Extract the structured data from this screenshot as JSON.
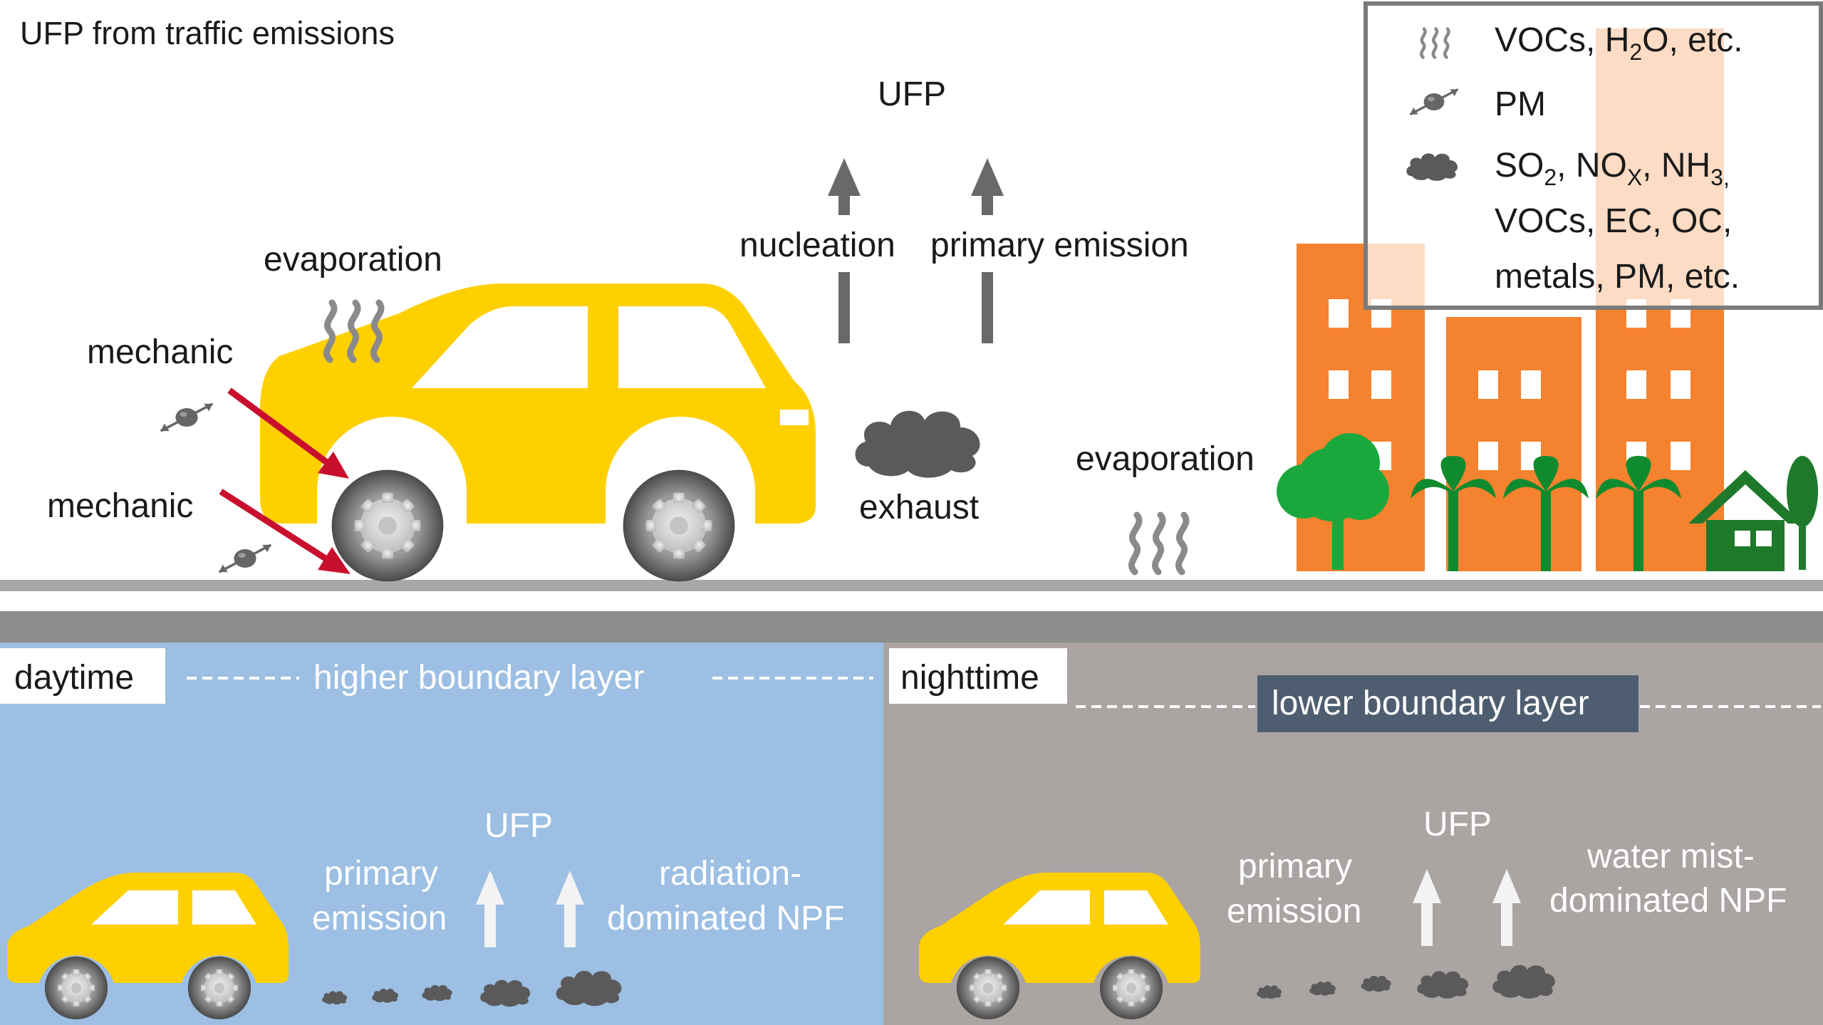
{
  "top_panel": {
    "title": "UFP from traffic emissions",
    "ufp_label": "UFP",
    "nucleation_label": "nucleation",
    "primary_emission_label": "primary emission",
    "evaporation_car_label": "evaporation",
    "mechanic_upper_label": "mechanic",
    "mechanic_lower_label": "mechanic",
    "exhaust_label": "exhaust",
    "evaporation_road_label": "evaporation"
  },
  "legend": {
    "vocs_h2o": {
      "pre": "VOCs, H",
      "sub": "2",
      "post": "O, etc."
    },
    "pm": "PM",
    "gases_line1": {
      "a": "SO",
      "a_sub": "2",
      "b": ", NO",
      "b_sub": "X",
      "c": ", NH",
      "c_sub": "3,",
      "d": ""
    },
    "gases_line2": "VOCs, EC, OC,",
    "gases_line3": "metals, PM, etc."
  },
  "daytime": {
    "label": "daytime",
    "boundary_label": "higher boundary layer",
    "ufp_label": "UFP",
    "primary_line1": "primary",
    "primary_line2": "emission",
    "npf_line1": "radiation-",
    "npf_line2": "dominated NPF"
  },
  "nighttime": {
    "label": "nighttime",
    "boundary_label": "lower boundary layer",
    "ufp_label": "UFP",
    "primary_line1": "primary",
    "primary_line2": "emission",
    "npf_line1": "water mist-",
    "npf_line2": "dominated NPF"
  },
  "colors": {
    "car_yellow": "#ffd000",
    "mechanic_arrow": "#c8102e",
    "building_orange": "#f5822e",
    "tree_green": "#1aa83c",
    "palm_green": "#0f8a2e",
    "day_sky": "#9cbfe3",
    "night_sky": "#aaa4a3",
    "cloud_gray": "#5a5a5a",
    "boundary_box": "#4e5e70"
  },
  "icons": {
    "vapor": "vapor-wave-icon",
    "particle": "particle-pm-icon",
    "cloud": "cloud-smoke-icon"
  }
}
